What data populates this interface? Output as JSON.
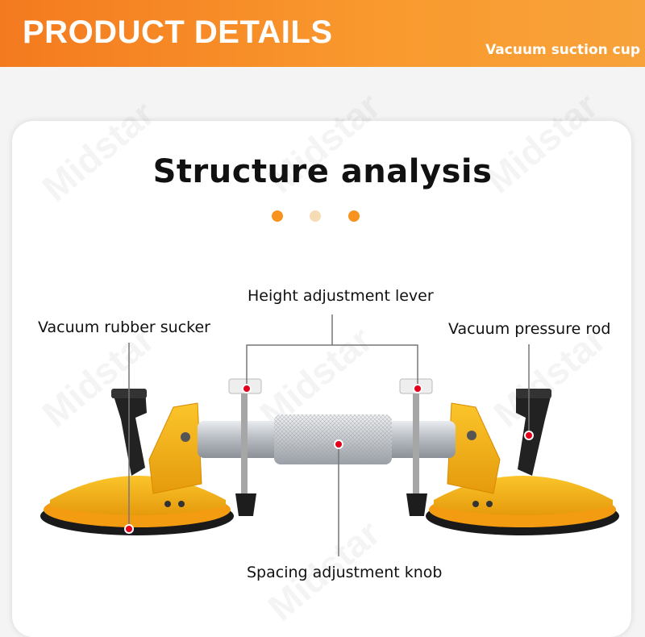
{
  "header": {
    "title": "PRODUCT DETAILS",
    "subtitle": "Vacuum suction cup"
  },
  "main": {
    "title": "Structure analysis",
    "dots": [
      "#f7931e",
      "#f6dcb4",
      "#f7931e"
    ]
  },
  "labels": {
    "height_lever": "Height adjustment lever",
    "rubber_sucker": "Vacuum rubber sucker",
    "pressure_rod": "Vacuum pressure rod",
    "spacing_knob": "Spacing adjustment knob"
  },
  "watermark": "Midstar",
  "colors": {
    "accent": "#f7931e",
    "tool_body": "#f5b21b",
    "marker": "#e3001b"
  }
}
